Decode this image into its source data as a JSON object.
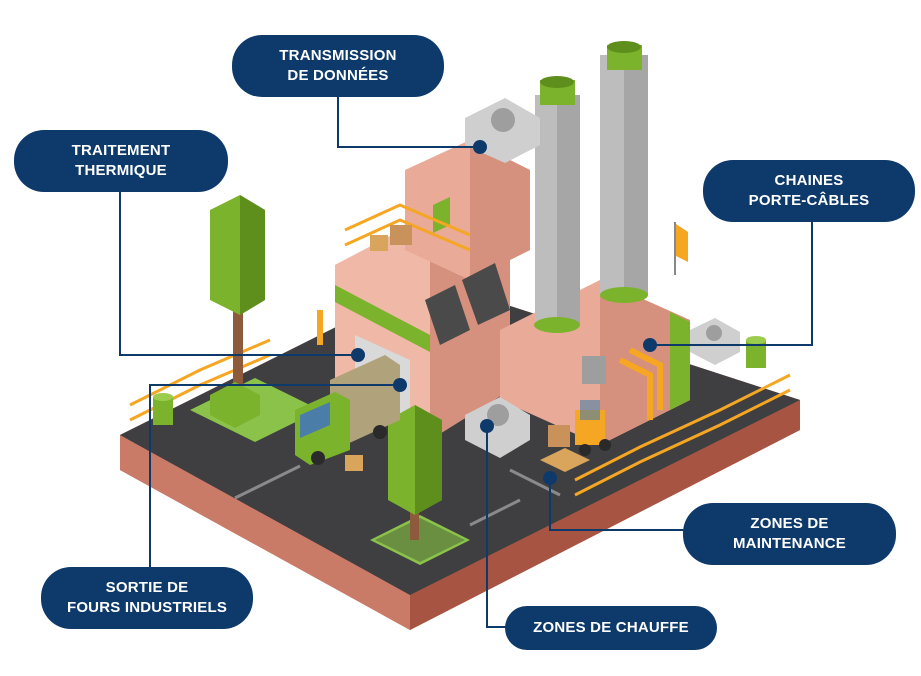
{
  "labels": {
    "transmission": [
      "TRANSMISSION",
      "DE DONNÉES"
    ],
    "traitement": [
      "TRAITEMENT",
      "THERMIQUE"
    ],
    "chaines": [
      "CHAINES",
      "PORTE-CÂBLES"
    ],
    "maintenance": [
      "ZONES DE",
      "MAINTENANCE"
    ],
    "sortie": [
      "SORTIE DE",
      "FOURS INDUSTRIELS"
    ],
    "chauffe": [
      "ZONES DE CHAUFFE"
    ]
  },
  "colors": {
    "label_bg": "#0e3a6b",
    "label_text": "#ffffff",
    "leader_line": "#0e3a6b",
    "ground_soil": "#c97b68",
    "asphalt": "#3f3f41",
    "building": "#e9aa98",
    "accent_green": "#7cb32c",
    "railing": "#f5a623"
  }
}
